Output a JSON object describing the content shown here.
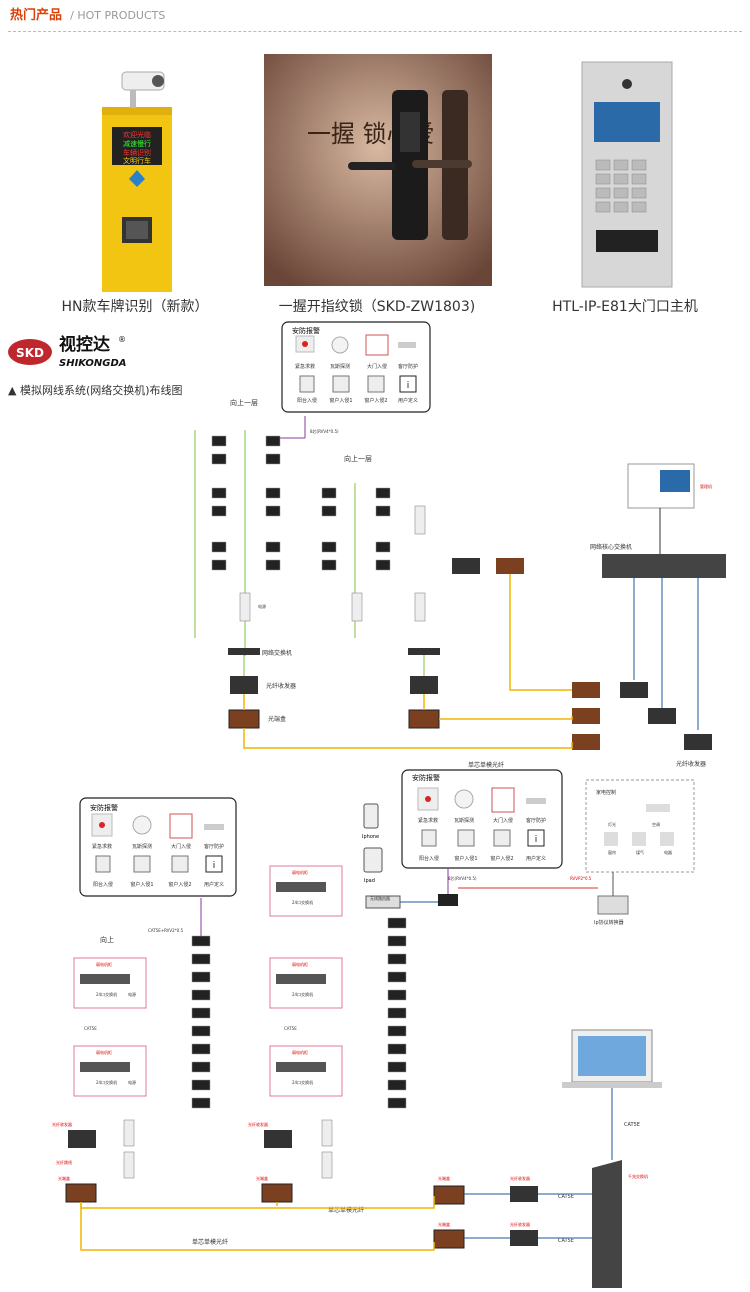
{
  "header": {
    "title_cn": "热门产品",
    "title_en": "/ HOT PRODUCTS"
  },
  "products": [
    {
      "caption": "HN款车牌识别（新款）",
      "sign_lines": [
        "欢迎光临",
        "减速慢行",
        "车辆识别",
        "文明行车"
      ]
    },
    {
      "caption": "一握开指纹锁（SKD-ZW1803)",
      "slogan": "一握 锁心爱"
    },
    {
      "caption": "HTL-IP-E81大门口主机"
    }
  ],
  "logo": {
    "badge": "SKD",
    "cn": "视控达",
    "en": "SHIKONGDA",
    "reg": "®"
  },
  "section_title": "▲  模拟网线系统(网络交换机)布线图",
  "security_panel": {
    "title": "安防报警",
    "items": [
      "紧急求救",
      "瓦斯探测",
      "大门入侵",
      "客厅防护",
      "阳台入侵",
      "窗户入侵1",
      "窗户入侵2",
      "用户定义"
    ]
  },
  "diagram1": {
    "up_label_1": "向上一层",
    "up_label_2": "向上一层",
    "cable_note": "8芯(RVV4*0.5)",
    "power_note": "电源",
    "switch_label": "网络交换机",
    "fiber_label": "光纤收发器",
    "terminal_label": "光端盒",
    "core_switch_label": "网络核心交换机",
    "management_label": "管理机",
    "trunk_label": "单芯单模光纤",
    "fiber_label_right": "光纤收发器"
  },
  "diagram2": {
    "up_label": "向上",
    "cable_note": "CAT5E+RVV2*0.5",
    "cable_note2": "8芯(RVV4*0.5)",
    "cabinet_label": "弱电机柜",
    "switch24": "24口交换机",
    "power": "电源",
    "cat5e": "CAT5E",
    "fiber_label": "光纤收发器",
    "fiber_jump": "光纤跳线",
    "terminal_label": "光端盒",
    "trunk_label_1": "单芯单模光纤",
    "trunk_label_2": "单芯单模光纤",
    "router_label": "无线路由器",
    "iphone": "Iphone",
    "ipad": "Ipad",
    "home_control_title": "家电控制",
    "home_items": [
      "灯光",
      "空调",
      "窗帘",
      "煤气",
      "电器"
    ],
    "protocol_label": "Ip协议转换器",
    "rvvp_note": "RVVP2*0.5",
    "hub_label": "千兆交换机",
    "cat5e_right": "CAT5E"
  }
}
